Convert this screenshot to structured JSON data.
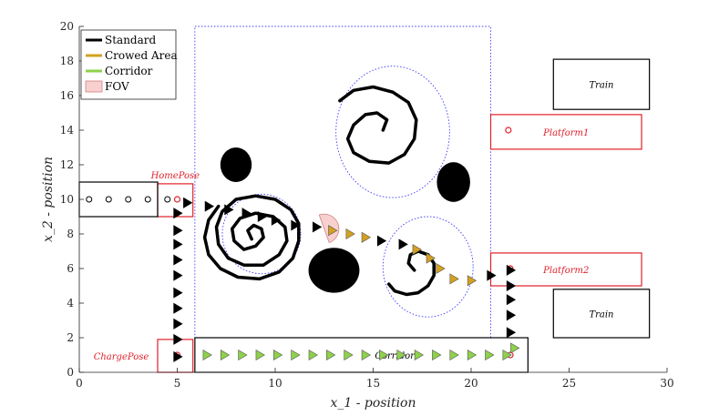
{
  "chart_data": {
    "type": "scatter",
    "xlabel": "x_1 - position",
    "ylabel": "x_2 - position",
    "xlim": [
      0,
      30
    ],
    "ylim": [
      0,
      20
    ],
    "xticks": [
      0,
      5,
      10,
      15,
      20,
      25,
      30
    ],
    "yticks": [
      0,
      2,
      4,
      6,
      8,
      10,
      12,
      14,
      16,
      18,
      20
    ],
    "grid": false,
    "legend": {
      "placement": "top-left",
      "entries": [
        {
          "label": "Standard",
          "color": "#000000",
          "kind": "line"
        },
        {
          "label": "Crowed Area",
          "color": "#d4a020",
          "kind": "line"
        },
        {
          "label": "Corridor",
          "color": "#8ed14a",
          "kind": "line"
        },
        {
          "label": "FOV",
          "color": "#f8d0d0",
          "kind": "patch"
        }
      ]
    },
    "colors": {
      "standard": "#000000",
      "crowded": "#d4a020",
      "corridor": "#8ed14a",
      "fov": "#f8d0d0",
      "region_red": "#e0202a",
      "dotted_blue": "#3b3bff"
    },
    "boxes": [
      {
        "name": "train-top",
        "x0": 24.2,
        "x1": 29.1,
        "y0": 15.2,
        "y1": 18.1,
        "stroke": "#000000",
        "label": "Train"
      },
      {
        "name": "platform1",
        "x0": 21.0,
        "x1": 28.7,
        "y0": 12.9,
        "y1": 14.9,
        "stroke": "#e0202a",
        "label": "Platform1"
      },
      {
        "name": "platform2",
        "x0": 21.0,
        "x1": 28.7,
        "y0": 5.0,
        "y1": 6.9,
        "stroke": "#e0202a",
        "label": "Platform2"
      },
      {
        "name": "train-bottom",
        "x0": 24.2,
        "x1": 29.1,
        "y0": 2.0,
        "y1": 4.8,
        "stroke": "#000000",
        "label": "Train"
      },
      {
        "name": "corridor",
        "x0": 5.9,
        "x1": 22.9,
        "y0": 0.0,
        "y1": 2.0,
        "stroke": "#000000",
        "label": "Corridor"
      },
      {
        "name": "homepose",
        "x0": 4.0,
        "x1": 5.8,
        "y0": 9.0,
        "y1": 10.9,
        "stroke": "#e0202a",
        "label": "HomePose"
      },
      {
        "name": "chargepose",
        "x0": 4.0,
        "x1": 5.8,
        "y0": 0.0,
        "y1": 1.9,
        "stroke": "#e0202a",
        "label": "ChargePose"
      },
      {
        "name": "start-queue",
        "x0": 0.0,
        "x1": 4.0,
        "y0": 9.0,
        "y1": 11.0,
        "stroke": "#000000",
        "label": ""
      }
    ],
    "dotted_region": {
      "x0": 5.9,
      "x1": 21.0,
      "y0": 2.0,
      "y1": 20.0
    },
    "obstacles": [
      {
        "cx": 8.0,
        "cy": 12.0,
        "rx": 0.8,
        "ry": 1.0
      },
      {
        "cx": 19.1,
        "cy": 11.0,
        "rx": 0.85,
        "ry": 1.15
      },
      {
        "cx": 13.0,
        "cy": 5.9,
        "rx": 1.3,
        "ry": 1.3
      }
    ],
    "fov_circles": [
      {
        "cx": 16.0,
        "cy": 13.9,
        "rx": 2.9,
        "ry": 3.8
      },
      {
        "cx": 9.3,
        "cy": 8.0,
        "rx": 2.0,
        "ry": 2.3
      },
      {
        "cx": 17.8,
        "cy": 6.1,
        "rx": 2.3,
        "ry": 2.9
      }
    ],
    "queue_markers": [
      {
        "x": 0.5,
        "y": 10.0
      },
      {
        "x": 1.5,
        "y": 10.0
      },
      {
        "x": 2.5,
        "y": 10.0
      },
      {
        "x": 3.5,
        "y": 10.0
      },
      {
        "x": 4.5,
        "y": 10.0
      }
    ],
    "red_markers": [
      {
        "x": 5.0,
        "y": 10.0
      },
      {
        "x": 5.0,
        "y": 1.0
      },
      {
        "x": 21.9,
        "y": 14.0
      },
      {
        "x": 22.0,
        "y": 6.0
      },
      {
        "x": 22.0,
        "y": 1.0
      }
    ],
    "series": [
      {
        "key": "standard",
        "marker": "triangle",
        "points": [
          {
            "x": 5.5,
            "y": 9.8,
            "dir": "right"
          },
          {
            "x": 6.6,
            "y": 9.6,
            "dir": "right"
          },
          {
            "x": 7.6,
            "y": 9.4,
            "dir": "right"
          },
          {
            "x": 8.5,
            "y": 9.2,
            "dir": "right"
          },
          {
            "x": 9.3,
            "y": 9.0,
            "dir": "right"
          },
          {
            "x": 10.0,
            "y": 8.8,
            "dir": "right"
          },
          {
            "x": 11.0,
            "y": 8.5,
            "dir": "right"
          },
          {
            "x": 12.1,
            "y": 8.4,
            "dir": "right"
          },
          {
            "x": 15.4,
            "y": 7.6,
            "dir": "right"
          },
          {
            "x": 16.5,
            "y": 7.4,
            "dir": "right"
          },
          {
            "x": 21.0,
            "y": 5.6,
            "dir": "right"
          },
          {
            "x": 22.0,
            "y": 5.9,
            "dir": "right"
          },
          {
            "x": 22.0,
            "y": 5.0,
            "dir": "right"
          },
          {
            "x": 22.0,
            "y": 4.2,
            "dir": "right"
          },
          {
            "x": 22.0,
            "y": 3.3,
            "dir": "right"
          },
          {
            "x": 22.0,
            "y": 2.3,
            "dir": "right"
          },
          {
            "x": 5.0,
            "y": 9.2,
            "dir": "right"
          },
          {
            "x": 5.0,
            "y": 8.2,
            "dir": "right"
          },
          {
            "x": 5.0,
            "y": 7.4,
            "dir": "right"
          },
          {
            "x": 5.0,
            "y": 6.5,
            "dir": "right"
          },
          {
            "x": 5.0,
            "y": 5.6,
            "dir": "right"
          },
          {
            "x": 5.0,
            "y": 4.6,
            "dir": "right"
          },
          {
            "x": 5.0,
            "y": 3.7,
            "dir": "right"
          },
          {
            "x": 5.0,
            "y": 2.8,
            "dir": "right"
          },
          {
            "x": 5.0,
            "y": 1.9,
            "dir": "right"
          },
          {
            "x": 5.0,
            "y": 0.9,
            "dir": "right"
          }
        ]
      },
      {
        "key": "crowded",
        "marker": "triangle",
        "points": [
          {
            "x": 12.9,
            "y": 8.2,
            "dir": "right"
          },
          {
            "x": 13.8,
            "y": 8.0,
            "dir": "right"
          },
          {
            "x": 14.6,
            "y": 7.8,
            "dir": "right"
          },
          {
            "x": 17.2,
            "y": 7.1,
            "dir": "right"
          },
          {
            "x": 17.9,
            "y": 6.6,
            "dir": "right"
          },
          {
            "x": 18.4,
            "y": 6.0,
            "dir": "right"
          },
          {
            "x": 19.1,
            "y": 5.4,
            "dir": "right"
          },
          {
            "x": 20.0,
            "y": 5.3,
            "dir": "right"
          }
        ]
      },
      {
        "key": "corridor",
        "marker": "triangle",
        "points": [
          {
            "x": 6.5,
            "y": 1.0,
            "dir": "right"
          },
          {
            "x": 7.4,
            "y": 1.0,
            "dir": "right"
          },
          {
            "x": 8.3,
            "y": 1.0,
            "dir": "right"
          },
          {
            "x": 9.2,
            "y": 1.0,
            "dir": "right"
          },
          {
            "x": 10.1,
            "y": 1.0,
            "dir": "right"
          },
          {
            "x": 11.0,
            "y": 1.0,
            "dir": "right"
          },
          {
            "x": 11.9,
            "y": 1.0,
            "dir": "right"
          },
          {
            "x": 12.8,
            "y": 1.0,
            "dir": "right"
          },
          {
            "x": 13.7,
            "y": 1.0,
            "dir": "right"
          },
          {
            "x": 14.6,
            "y": 1.0,
            "dir": "right"
          },
          {
            "x": 15.5,
            "y": 1.0,
            "dir": "right"
          },
          {
            "x": 16.4,
            "y": 1.0,
            "dir": "right"
          },
          {
            "x": 17.3,
            "y": 1.0,
            "dir": "right"
          },
          {
            "x": 18.2,
            "y": 1.0,
            "dir": "right"
          },
          {
            "x": 19.1,
            "y": 1.0,
            "dir": "right"
          },
          {
            "x": 20.0,
            "y": 1.0,
            "dir": "right"
          },
          {
            "x": 20.9,
            "y": 1.0,
            "dir": "right"
          },
          {
            "x": 21.8,
            "y": 1.0,
            "dir": "right"
          },
          {
            "x": 22.2,
            "y": 1.4,
            "dir": "right"
          }
        ]
      }
    ],
    "fov_wedge": {
      "x": 12.5,
      "y": 8.3,
      "r": 0.75,
      "start_deg": 110,
      "end_deg": 290
    },
    "trajectories": [
      {
        "name": "spiral-top",
        "points": [
          [
            15.5,
            14.0
          ],
          [
            15.7,
            14.6
          ],
          [
            15.2,
            15.0
          ],
          [
            14.6,
            14.9
          ],
          [
            14.0,
            14.3
          ],
          [
            13.7,
            13.5
          ],
          [
            14.0,
            12.7
          ],
          [
            14.8,
            12.2
          ],
          [
            15.8,
            12.1
          ],
          [
            16.6,
            12.6
          ],
          [
            17.1,
            13.5
          ],
          [
            17.2,
            14.6
          ],
          [
            16.8,
            15.6
          ],
          [
            16.0,
            16.2
          ],
          [
            15.0,
            16.5
          ],
          [
            14.0,
            16.3
          ],
          [
            13.3,
            15.7
          ]
        ]
      },
      {
        "name": "spiral-left",
        "points": [
          [
            8.8,
            7.7
          ],
          [
            8.6,
            8.2
          ],
          [
            8.9,
            8.5
          ],
          [
            9.3,
            8.3
          ],
          [
            9.4,
            7.8
          ],
          [
            9.0,
            7.3
          ],
          [
            8.4,
            7.1
          ],
          [
            7.9,
            7.6
          ],
          [
            7.8,
            8.3
          ],
          [
            8.2,
            8.9
          ],
          [
            9.0,
            9.2
          ],
          [
            9.9,
            9.0
          ],
          [
            10.5,
            8.4
          ],
          [
            10.6,
            7.6
          ],
          [
            10.2,
            6.8
          ],
          [
            9.4,
            6.2
          ],
          [
            8.4,
            6.2
          ],
          [
            7.6,
            6.6
          ],
          [
            7.1,
            7.4
          ],
          [
            7.0,
            8.4
          ],
          [
            7.3,
            9.3
          ],
          [
            8.0,
            10.0
          ],
          [
            9.0,
            10.2
          ],
          [
            10.0,
            10.0
          ],
          [
            10.8,
            9.4
          ],
          [
            11.2,
            8.6
          ],
          [
            11.2,
            7.6
          ],
          [
            10.9,
            6.6
          ],
          [
            10.2,
            5.8
          ],
          [
            9.2,
            5.4
          ],
          [
            8.1,
            5.5
          ],
          [
            7.2,
            6.0
          ],
          [
            6.6,
            6.8
          ],
          [
            6.4,
            7.8
          ],
          [
            6.6,
            8.8
          ],
          [
            7.1,
            9.6
          ]
        ]
      },
      {
        "name": "spiral-right",
        "points": [
          [
            17.1,
            5.9
          ],
          [
            16.8,
            6.3
          ],
          [
            16.9,
            6.8
          ],
          [
            17.3,
            7.0
          ],
          [
            17.8,
            6.8
          ],
          [
            18.1,
            6.3
          ],
          [
            18.1,
            5.6
          ],
          [
            17.8,
            5.0
          ],
          [
            17.3,
            4.6
          ],
          [
            16.7,
            4.5
          ],
          [
            16.1,
            4.7
          ],
          [
            15.8,
            5.1
          ]
        ]
      }
    ]
  }
}
